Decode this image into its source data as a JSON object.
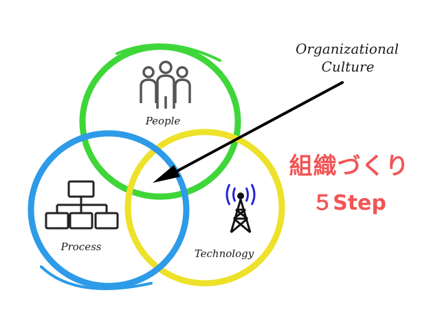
{
  "diagram": {
    "circles": [
      {
        "label": "People",
        "color": "#3fd63a"
      },
      {
        "label": "Process",
        "color": "#2d9be8"
      },
      {
        "label": "Technology",
        "color": "#eee12a"
      }
    ],
    "callout": {
      "line1": "Organizational",
      "line2": "Culture",
      "arrow_color": "#000000"
    },
    "headline": {
      "line1": "組織づくり",
      "line2": "５Step",
      "color": "#f25555"
    },
    "icons": {
      "people": "people-group-icon",
      "process": "org-chart-icon",
      "technology": "radio-tower-icon"
    }
  }
}
